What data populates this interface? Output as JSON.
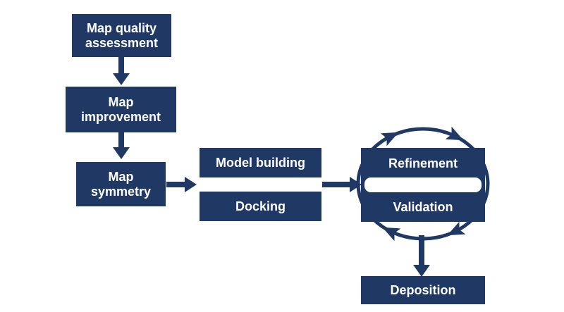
{
  "colors": {
    "node_fill": "#1F3864",
    "arrow": "#1F3864",
    "node_text": "#FFFFFF",
    "background": "#FFFFFF"
  },
  "nodes": {
    "map_quality": {
      "line1": "Map quality",
      "line2": "assessment"
    },
    "map_improvement": {
      "line1": "Map",
      "line2": "improvement"
    },
    "map_symmetry": {
      "line1": "Map",
      "line2": "symmetry"
    },
    "model_building": {
      "line1": "Model building"
    },
    "docking": {
      "line1": "Docking"
    },
    "refinement": {
      "line1": "Refinement"
    },
    "validation": {
      "line1": "Validation"
    },
    "deposition": {
      "line1": "Deposition"
    }
  },
  "edges": [
    {
      "from": "map_quality",
      "to": "map_improvement"
    },
    {
      "from": "map_improvement",
      "to": "map_symmetry"
    },
    {
      "from": "map_symmetry",
      "to": "model_building_and_docking"
    },
    {
      "from": "model_building_and_docking",
      "to": "refinement_and_validation"
    },
    {
      "type": "cycle",
      "between": [
        "refinement",
        "validation"
      ]
    },
    {
      "from": "refinement_and_validation",
      "to": "deposition"
    }
  ]
}
